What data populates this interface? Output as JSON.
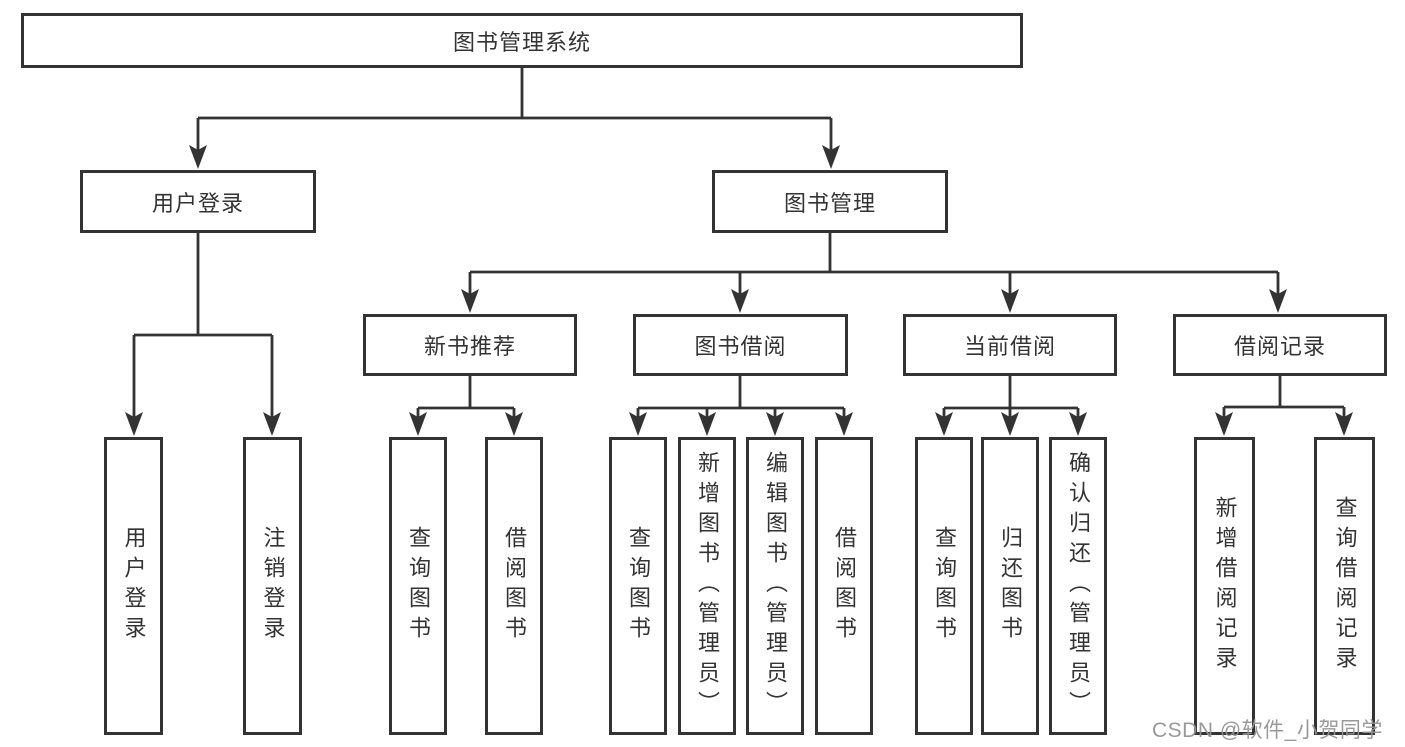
{
  "diagram": {
    "title": "图书管理系统",
    "colors": {
      "line": "#333333",
      "text": "#333333",
      "box_fill": "#ffffff",
      "watermark": "#949494",
      "background": "#ffffff"
    },
    "nodes": {
      "root": "图书管理系统",
      "user_login": "用户登录",
      "book_management": "图书管理",
      "new_book_recommend": "新书推荐",
      "book_borrowing": "图书借阅",
      "current_borrowing": "当前借阅",
      "borrowing_records": "借阅记录",
      "leaf_user_login": "用户登录",
      "leaf_logout": "注销登录",
      "leaf_query_book_newrec": "查询图书",
      "leaf_borrow_book_newrec": "借阅图书",
      "leaf_query_book_borrow": "查询图书",
      "leaf_add_book_admin": "新增图书（管理员）",
      "leaf_edit_book_admin": "编辑图书（管理员）",
      "leaf_borrow_book_borrow": "借阅图书",
      "leaf_query_book_current": "查询图书",
      "leaf_return_book": "归还图书",
      "leaf_confirm_return_admin": "确认归还（管理员）",
      "leaf_add_borrow_record": "新增借阅记录",
      "leaf_query_borrow_record": "查询借阅记录"
    },
    "watermark": "CSDN @软件_小贺同学"
  }
}
